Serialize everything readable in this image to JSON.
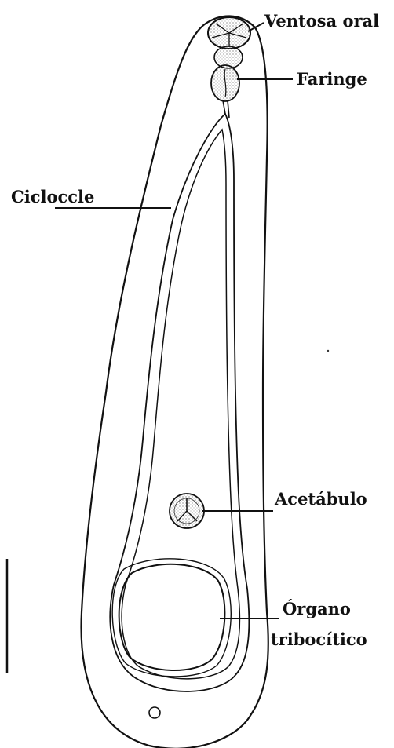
{
  "labels": {
    "ventosa_oral": "Ventosa oral",
    "faringe": "Faringe",
    "cicloccle": "Cicloccle",
    "acetabulo": "Acetábulo",
    "organo_line1": "Órgano",
    "organo_line2": "tribocítico"
  },
  "scale_bar": "vertical line, no printed value",
  "colors": {
    "ink": "#111111",
    "background": "#ffffff"
  }
}
